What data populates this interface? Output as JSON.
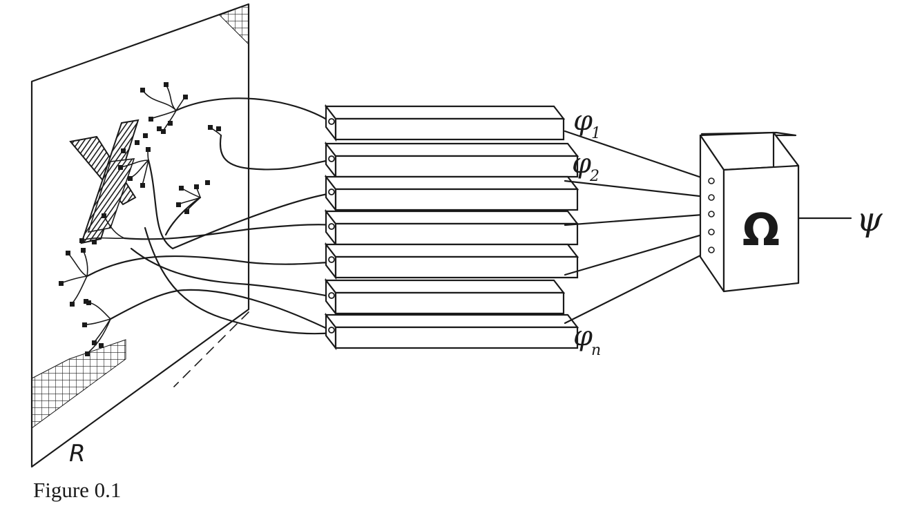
{
  "retina_label": "R",
  "pattern_letter": "X",
  "predicate_labels": {
    "first": "φ",
    "first_sub": "1",
    "second": "φ",
    "second_sub": "2",
    "last": "φ",
    "last_sub": "n"
  },
  "decision_unit_symbol": "Ω",
  "output_symbol": "ψ",
  "caption": "Figure 0.1",
  "predicate_box_count": 7,
  "ink_color": "#1a1a1a"
}
